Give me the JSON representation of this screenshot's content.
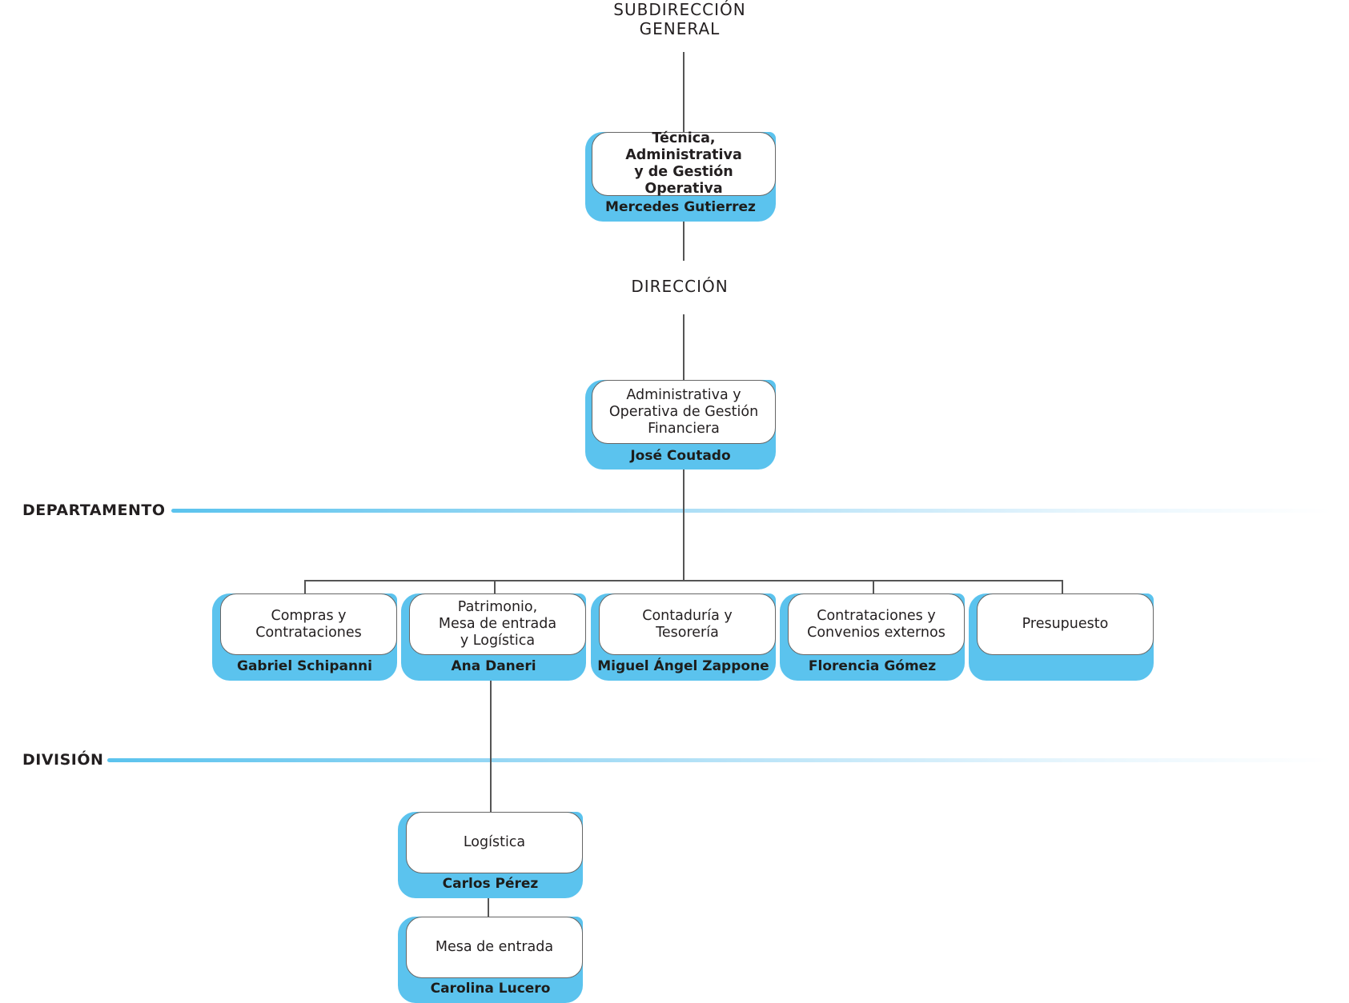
{
  "levels": {
    "subdireccion": "SUBDIRECCIÓN\nGENERAL",
    "direccion": "DIRECCIÓN"
  },
  "bands": {
    "departamento": "DEPARTAMENTO",
    "division": "DIVISIÓN"
  },
  "nodes": {
    "tecnica": {
      "title": "Técnica, Administrativa\ny de Gestión Operativa",
      "person": "Mercedes Gutierrez"
    },
    "administrativa": {
      "title": "Administrativa y\nOperativa de Gestión\nFinanciera",
      "person": "José Coutado"
    },
    "compras": {
      "title": "Compras y\nContrataciones",
      "person": "Gabriel Schipanni"
    },
    "patrimonio": {
      "title": "Patrimonio,\nMesa de entrada\ny Logística",
      "person": "Ana Daneri"
    },
    "contaduria": {
      "title": "Contaduría y\nTesorería",
      "person": "Miguel Ángel Zappone"
    },
    "contrataciones": {
      "title": "Contrataciones y\nConvenios externos",
      "person": "Florencia Gómez"
    },
    "presupuesto": {
      "title": "Presupuesto",
      "person": ""
    },
    "logistica": {
      "title": "Logística",
      "person": "Carlos Pérez"
    },
    "mesa": {
      "title": "Mesa de entrada",
      "person": "Carolina Lucero"
    }
  },
  "colors": {
    "accent": "#5bc3ee",
    "line": "#555555"
  }
}
